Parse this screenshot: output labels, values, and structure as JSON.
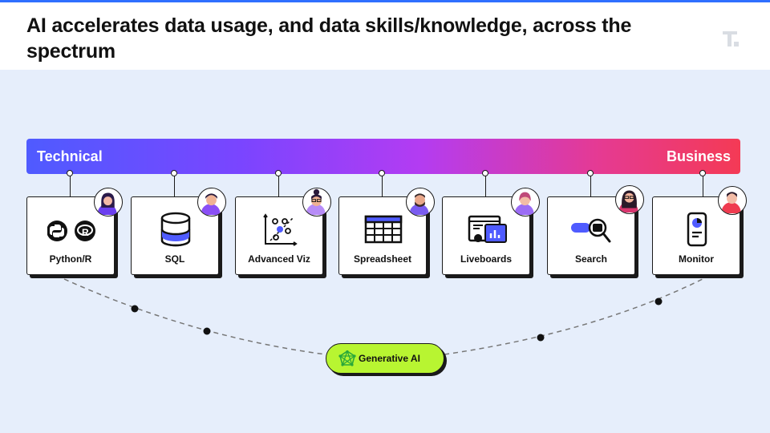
{
  "slide": {
    "title": "AI accelerates data usage, and data skills/knowledge, across the spectrum",
    "logo": "thoughtspot-t-logo-icon"
  },
  "spectrum": {
    "left_label": "Technical",
    "right_label": "Business",
    "gradient_colors": [
      "#4f5bff",
      "#7a45ff",
      "#b33cf2",
      "#e53a93",
      "#f43a55"
    ]
  },
  "cards": [
    {
      "label": "Python/R",
      "icon": "python-r-icon",
      "avatar": "user-avatar-woman-purple"
    },
    {
      "label": "SQL",
      "icon": "database-icon",
      "avatar": "user-avatar-man-purple"
    },
    {
      "label": "Advanced Viz",
      "icon": "scatter-plot-icon",
      "avatar": "user-avatar-glasses-bun"
    },
    {
      "label": "Spreadsheet",
      "icon": "spreadsheet-icon",
      "avatar": "user-avatar-man-beard"
    },
    {
      "label": "Liveboards",
      "icon": "dashboard-icon",
      "avatar": "user-avatar-woman-short"
    },
    {
      "label": "Search",
      "icon": "search-icon",
      "avatar": "user-avatar-woman-longhair"
    },
    {
      "label": "Monitor",
      "icon": "mobile-monitor-icon",
      "avatar": "user-avatar-man-red"
    }
  ],
  "generative_ai": {
    "label": "Generative AI",
    "icon": "neural-network-icon",
    "accent": "#b8f531"
  },
  "colors": {
    "canvas": "#e6eefb",
    "accent_blue": "#4f5bff",
    "ink": "#1a1a1a"
  }
}
